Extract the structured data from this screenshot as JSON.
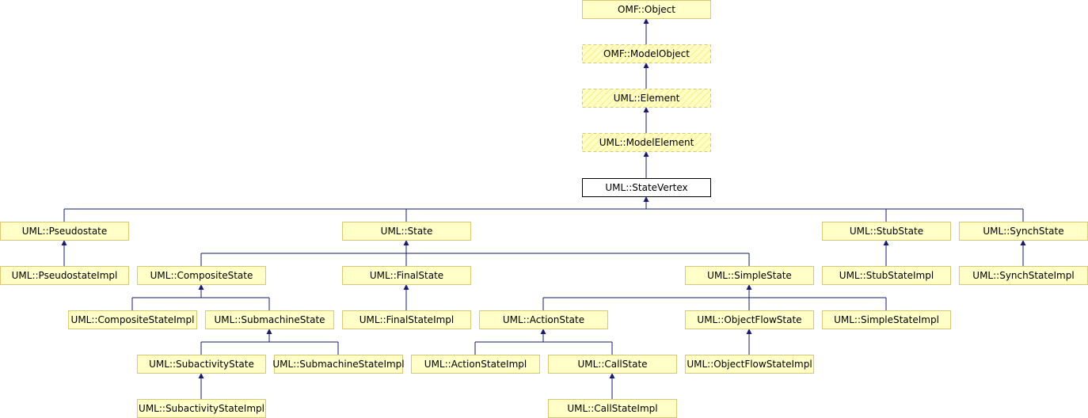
{
  "colors": {
    "box_fill": "#ffffc7",
    "box_border": "#d9c870",
    "focus_fill": "#ffffff",
    "focus_border": "#000000",
    "hatch": "#fff090",
    "edge": "#191970"
  },
  "nodes": {
    "omf_object": {
      "label": "OMF::Object",
      "style": "normal"
    },
    "omf_modelobject": {
      "label": "OMF::ModelObject",
      "style": "hatched"
    },
    "uml_element": {
      "label": "UML::Element",
      "style": "hatched"
    },
    "uml_modelelement": {
      "label": "UML::ModelElement",
      "style": "hatched"
    },
    "uml_statevertex": {
      "label": "UML::StateVertex",
      "style": "focus"
    },
    "uml_pseudostate": {
      "label": "UML::Pseudostate",
      "style": "normal"
    },
    "uml_state": {
      "label": "UML::State",
      "style": "normal"
    },
    "uml_stubstate": {
      "label": "UML::StubState",
      "style": "normal"
    },
    "uml_synchstate": {
      "label": "UML::SynchState",
      "style": "normal"
    },
    "uml_pseudostateimpl": {
      "label": "UML::PseudostateImpl",
      "style": "normal"
    },
    "uml_compositestate": {
      "label": "UML::CompositeState",
      "style": "normal"
    },
    "uml_finalstate": {
      "label": "UML::FinalState",
      "style": "normal"
    },
    "uml_simplestate": {
      "label": "UML::SimpleState",
      "style": "normal"
    },
    "uml_stubstateimpl": {
      "label": "UML::StubStateImpl",
      "style": "normal"
    },
    "uml_synchstateimpl": {
      "label": "UML::SynchStateImpl",
      "style": "normal"
    },
    "uml_compositestateimpl": {
      "label": "UML::CompositeStateImpl",
      "style": "normal"
    },
    "uml_submachinestate": {
      "label": "UML::SubmachineState",
      "style": "normal"
    },
    "uml_finalstateimpl": {
      "label": "UML::FinalStateImpl",
      "style": "normal"
    },
    "uml_actionstate": {
      "label": "UML::ActionState",
      "style": "normal"
    },
    "uml_objectflowstate": {
      "label": "UML::ObjectFlowState",
      "style": "normal"
    },
    "uml_simplestateimpl": {
      "label": "UML::SimpleStateImpl",
      "style": "normal"
    },
    "uml_subactivitystate": {
      "label": "UML::SubactivityState",
      "style": "normal"
    },
    "uml_submachinestateimpl": {
      "label": "UML::SubmachineStateImpl",
      "style": "normal"
    },
    "uml_actionstateimpl": {
      "label": "UML::ActionStateImpl",
      "style": "normal"
    },
    "uml_callstate": {
      "label": "UML::CallState",
      "style": "normal"
    },
    "uml_objectflowstateimpl": {
      "label": "UML::ObjectFlowStateImpl",
      "style": "normal"
    },
    "uml_subactivitystateimpl": {
      "label": "UML::SubactivityStateImpl",
      "style": "normal"
    },
    "uml_callstateimpl": {
      "label": "UML::CallStateImpl",
      "style": "normal"
    }
  },
  "edges": [
    {
      "parent": "omf_object",
      "children": [
        "omf_modelobject"
      ]
    },
    {
      "parent": "omf_modelobject",
      "children": [
        "uml_element"
      ]
    },
    {
      "parent": "uml_element",
      "children": [
        "uml_modelelement"
      ]
    },
    {
      "parent": "uml_modelelement",
      "children": [
        "uml_statevertex"
      ]
    },
    {
      "parent": "uml_statevertex",
      "children": [
        "uml_pseudostate",
        "uml_state",
        "uml_stubstate",
        "uml_synchstate"
      ]
    },
    {
      "parent": "uml_pseudostate",
      "children": [
        "uml_pseudostateimpl"
      ]
    },
    {
      "parent": "uml_state",
      "children": [
        "uml_compositestate",
        "uml_finalstate",
        "uml_simplestate"
      ]
    },
    {
      "parent": "uml_stubstate",
      "children": [
        "uml_stubstateimpl"
      ]
    },
    {
      "parent": "uml_synchstate",
      "children": [
        "uml_synchstateimpl"
      ]
    },
    {
      "parent": "uml_compositestate",
      "children": [
        "uml_compositestateimpl",
        "uml_submachinestate"
      ]
    },
    {
      "parent": "uml_finalstate",
      "children": [
        "uml_finalstateimpl"
      ]
    },
    {
      "parent": "uml_simplestate",
      "children": [
        "uml_actionstate",
        "uml_objectflowstate",
        "uml_simplestateimpl"
      ]
    },
    {
      "parent": "uml_submachinestate",
      "children": [
        "uml_subactivitystate",
        "uml_submachinestateimpl"
      ]
    },
    {
      "parent": "uml_actionstate",
      "children": [
        "uml_actionstateimpl",
        "uml_callstate"
      ]
    },
    {
      "parent": "uml_objectflowstate",
      "children": [
        "uml_objectflowstateimpl"
      ]
    },
    {
      "parent": "uml_subactivitystate",
      "children": [
        "uml_subactivitystateimpl"
      ]
    },
    {
      "parent": "uml_callstate",
      "children": [
        "uml_callstateimpl"
      ]
    }
  ]
}
